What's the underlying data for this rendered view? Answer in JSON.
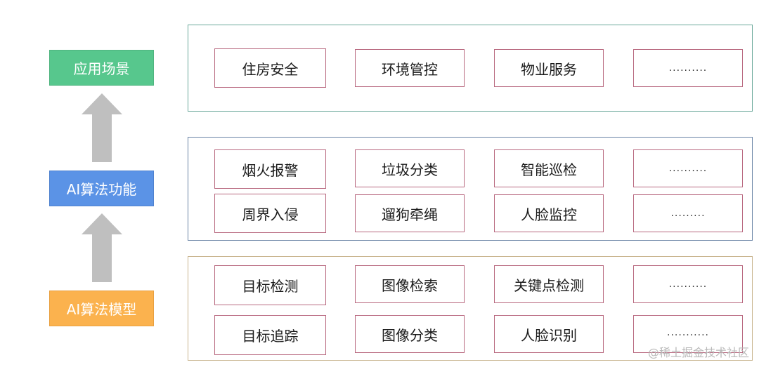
{
  "colors": {
    "scene_label_bg": "#57c78d",
    "function_label_bg": "#5b93e6",
    "model_label_bg": "#fbb24e",
    "arrow": "#bfbfbf",
    "scene_border": "#6aa89a",
    "function_border": "#6a84a6",
    "model_border": "#c8b48e",
    "item_border": "#b8687f"
  },
  "layers": {
    "scene": {
      "label": "应用场景",
      "items": [
        "住房安全",
        "环境管控",
        "物业服务",
        ".........."
      ]
    },
    "function": {
      "label": "AI算法功能",
      "rows": [
        [
          "烟火报警",
          "垃圾分类",
          "智能巡检",
          ".........."
        ],
        [
          "周界入侵",
          "遛狗牵绳",
          "人脸监控",
          "........."
        ]
      ]
    },
    "model": {
      "label": "AI算法模型",
      "rows": [
        [
          "目标检测",
          "图像检索",
          "关键点检测",
          ".........."
        ],
        [
          "目标追踪",
          "图像分类",
          "人脸识别",
          "..........."
        ]
      ]
    }
  },
  "watermark": "@稀土掘金技术社区"
}
